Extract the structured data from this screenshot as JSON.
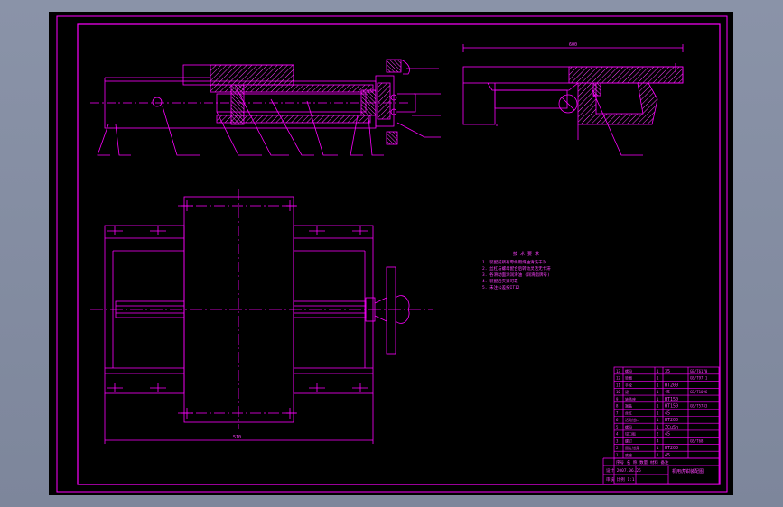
{
  "colors": {
    "background": "#7f889d",
    "paper": "#000000",
    "line": "#ff00ff",
    "hatch": "#ff40ff"
  },
  "drawing": {
    "dim_top_right": "600",
    "dim_bottom": "510",
    "notes_title": "技 术 要 求",
    "notes_lines": [
      "1. 装配前所有零件用煤油清洗干净",
      "2. 丝杠与螺母配合后转动灵活无卡滞",
      "3. 各滑动面涂润滑油 (润滑脂牌号)",
      "4. 装配后夹紧可靠",
      "5. 未注公差按IT12"
    ],
    "bom_rows": [
      {
        "no": "13",
        "name": "螺母",
        "qty": "1",
        "mat": "35",
        "std": "GB/T6170"
      },
      {
        "no": "12",
        "name": "垫圈",
        "qty": "1",
        "mat": "",
        "std": "GB/T97.1"
      },
      {
        "no": "11",
        "name": "手轮",
        "qty": "1",
        "mat": "HT200",
        "std": ""
      },
      {
        "no": "10",
        "name": "键",
        "qty": "1",
        "mat": "45",
        "std": "GB/T1096"
      },
      {
        "no": "9",
        "name": "轴承座",
        "qty": "1",
        "mat": "HT150",
        "std": ""
      },
      {
        "no": "8",
        "name": "端盖",
        "qty": "1",
        "mat": "HT150",
        "std": "GB/T5783"
      },
      {
        "no": "7",
        "name": "丝杠",
        "qty": "1",
        "mat": "45",
        "std": ""
      },
      {
        "no": "6",
        "name": "活动钳口",
        "qty": "1",
        "mat": "HT200",
        "std": ""
      },
      {
        "no": "5",
        "name": "螺母",
        "qty": "1",
        "mat": "ZCuSn",
        "std": ""
      },
      {
        "no": "4",
        "name": "钳口板",
        "qty": "2",
        "mat": "45",
        "std": ""
      },
      {
        "no": "3",
        "name": "螺钉",
        "qty": "4",
        "mat": "",
        "std": "GB/T68"
      },
      {
        "no": "2",
        "name": "固定钳身",
        "qty": "1",
        "mat": "HT200",
        "std": ""
      },
      {
        "no": "1",
        "name": "底座",
        "qty": "1",
        "mat": "45",
        "std": ""
      }
    ],
    "title_block": {
      "header": "序号  名  称  数量  材料  备注",
      "title": "机用虎钳装配图",
      "row1": "设计   2007.06.25",
      "row2": "审核   比例 1:1"
    }
  }
}
